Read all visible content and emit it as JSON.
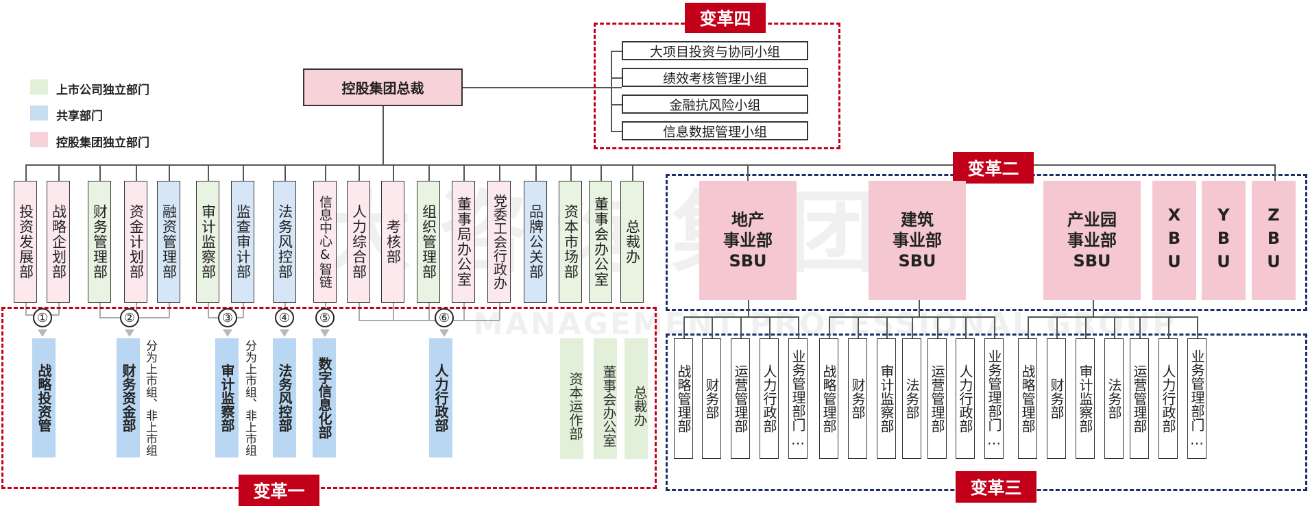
{
  "legend": [
    {
      "label": "上市公司独立部门",
      "color": "#e2efd9"
    },
    {
      "label": "共享部门",
      "color": "#c7ddf2"
    },
    {
      "label": "控股集团独立部门",
      "color": "#f7d2d9"
    }
  ],
  "ceo": "控股集团总裁",
  "change4": {
    "tag": "变革四",
    "groups": [
      "大项目投资与协同小组",
      "绩效考核管理小组",
      "金融抗风险小组",
      "信息数据管理小组"
    ]
  },
  "change1": {
    "tag": "变革一"
  },
  "change2": {
    "tag": "变革二"
  },
  "change3": {
    "tag": "变革三"
  },
  "departments": [
    "投资发展部",
    "战略企划部",
    "财务管理部",
    "资金计划部",
    "融资管理部",
    "审计监察部",
    "监查审计部",
    "法务风控部",
    "信息中心&智链",
    "人力综合部",
    "考核部",
    "组织管理部",
    "董事局办公室",
    "党委工会行政办",
    "品牌公关部",
    "资本市场部",
    "董事会办公室",
    "总裁办"
  ],
  "markers": [
    "①",
    "②",
    "③",
    "④",
    "⑤",
    "⑥"
  ],
  "new_depts": [
    "战略投资管",
    "财务资金部",
    "审计监察部",
    "法务风控部",
    "数字信息化部",
    "人力行政部"
  ],
  "notes": [
    "分为上市组、非上市组",
    "分为上市组、非上市组"
  ],
  "green_depts": [
    "资本运作部",
    "董事会办公室",
    "总裁办"
  ],
  "sbus": [
    "地产事业部SBU",
    "建筑事业部SBU",
    "产业园事业部SBU"
  ],
  "sbu_lines": [
    [
      "地产",
      "事业部",
      "SBU"
    ],
    [
      "建筑",
      "事业部",
      "SBU"
    ],
    [
      "产业园",
      "事业部",
      "SBU"
    ]
  ],
  "bus": [
    "XBU",
    "YBU",
    "ZBU"
  ],
  "sub_depts": [
    "战略管理部",
    "财务部",
    "运营管理部",
    "人力行政部",
    "业务管理部门…",
    "战略管理部",
    "财务部",
    "审计监察部",
    "法务部",
    "运营管理部",
    "人力行政部",
    "业务管理部门…",
    "战略管理部",
    "财务部",
    "审计监察部",
    "法务部",
    "运营管理部",
    "人力行政部",
    "业务管理部门…"
  ],
  "watermark": {
    "cn": "大咨询集团",
    "en": "MANAGEMENT PROFESSIONAL GROUP"
  }
}
